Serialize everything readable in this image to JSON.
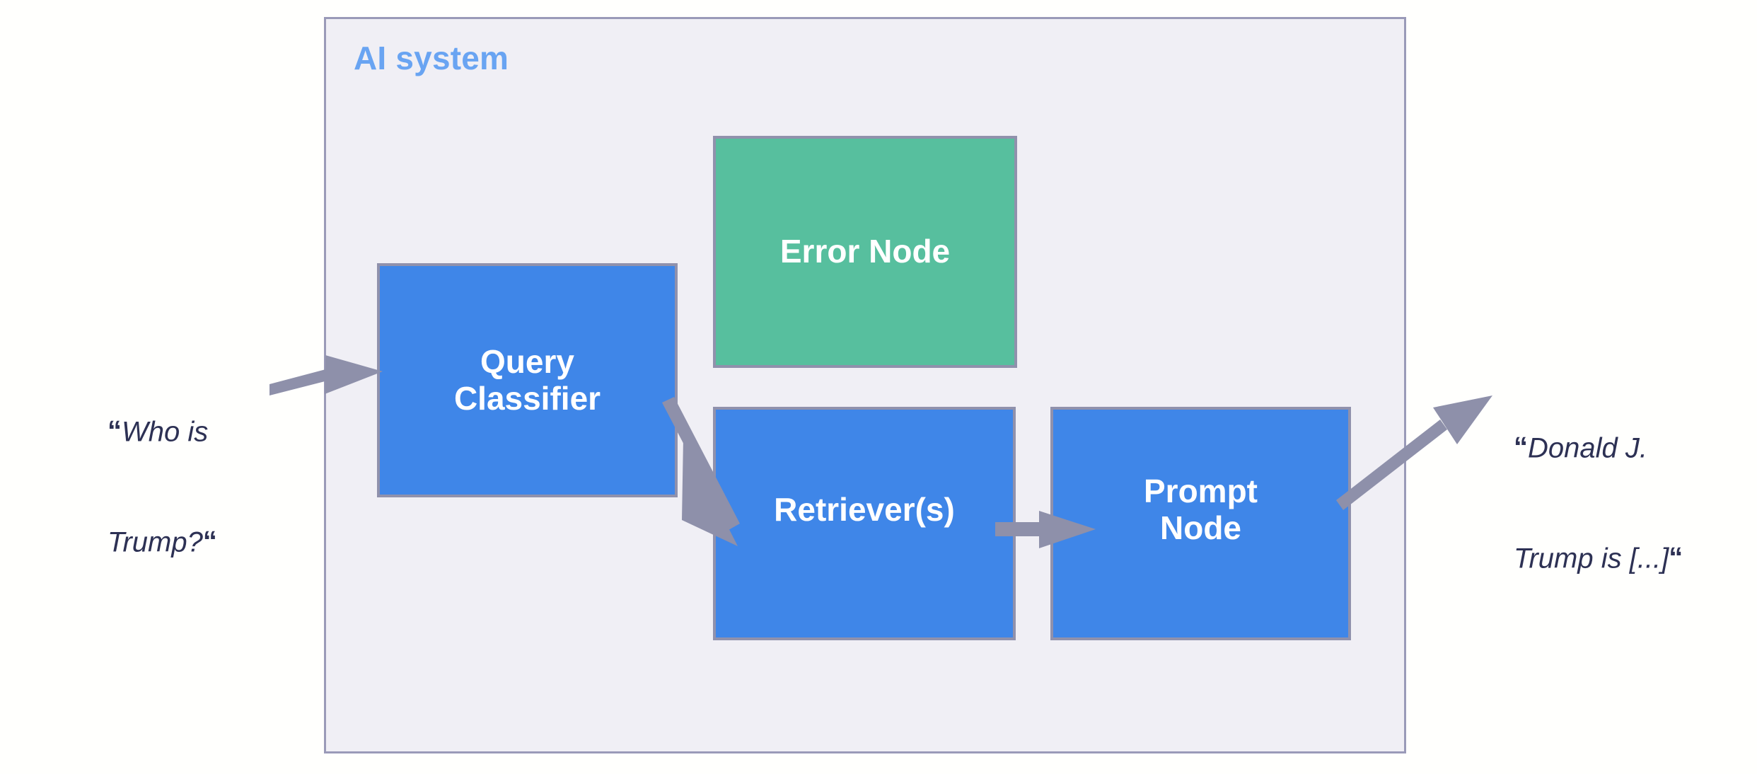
{
  "system": {
    "title": "AI system",
    "title_color": "#69a4f2",
    "background": "#f0eff5",
    "border_color": "#9a9ab8"
  },
  "nodes": [
    {
      "id": "query-classifier",
      "label": "Query\nClassifier",
      "label_line1": "Query",
      "label_line2": "Classifier",
      "color": "#3f86e8",
      "text_color": "#ffffff"
    },
    {
      "id": "error-node",
      "label": "Error Node",
      "color": "#57bf9e",
      "text_color": "#ffffff"
    },
    {
      "id": "retriever",
      "label": "Retriever(s)",
      "color": "#3f86e8",
      "text_color": "#ffffff"
    },
    {
      "id": "prompt-node",
      "label": "Prompt\nNode",
      "label_line1": "Prompt",
      "label_line2": "Node",
      "color": "#3f86e8",
      "text_color": "#ffffff"
    }
  ],
  "io": {
    "input": {
      "open_quote": "“",
      "line1": "Who is",
      "line2": "Trump?",
      "close_quote": "“",
      "color": "#2d3154"
    },
    "output": {
      "open_quote": "“",
      "line1": "Donald J.",
      "line2": "Trump is [...]",
      "close_quote": "“",
      "color": "#2d3154"
    }
  },
  "arrows": {
    "color": "#8e90aa",
    "items": [
      {
        "id": "input-to-query-classifier",
        "from": "user-input",
        "to": "query-classifier"
      },
      {
        "id": "query-classifier-to-retriever",
        "from": "query-classifier",
        "to": "retriever"
      },
      {
        "id": "retriever-to-prompt-node",
        "from": "retriever",
        "to": "prompt-node"
      },
      {
        "id": "prompt-node-to-output",
        "from": "prompt-node",
        "to": "user-output"
      }
    ]
  }
}
